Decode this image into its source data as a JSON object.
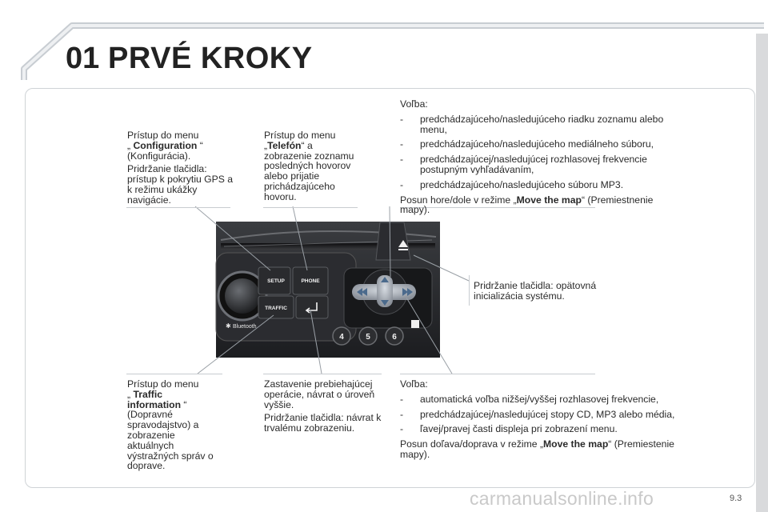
{
  "header": {
    "chapter_number": "01",
    "chapter_title": "PRVÉ KROKY"
  },
  "callouts": {
    "setup": {
      "line1": "Prístup do menu",
      "quote_open": "„",
      "menu_name": "Configuration",
      "quote_close": "“",
      "translation": "(Konfigurácia).",
      "hold_text": "Pridržanie tlačidla: prístup k pokrytiu GPS a k režimu ukážky navigácie."
    },
    "phone": {
      "line1": "Prístup do menu",
      "quote_open": "„",
      "menu_name": "Telefón",
      "rest": "“ a zobrazenie zoznamu posledných hovorov alebo prijatie prichádzajúceho hovoru."
    },
    "eject": {
      "text": "Pridržanie tlačidla: opätovná inicializácia systému."
    },
    "up_down": {
      "heading": "Voľba:",
      "items": [
        "predchádzajúceho/nasledujúceho riadku zoznamu alebo menu,",
        "predchádzajúceho/nasledujúceho mediálneho súboru,",
        "predchádzajúcej/nasledujúcej rozhlasovej frekvencie postupným vyhľadávaním,",
        "predchádzajúceho/nasledujúceho súboru MP3."
      ],
      "move_prefix": "Posun hore/dole v režime „",
      "move_bold": "Move the map",
      "move_suffix": "“ (Premiestnenie mapy)."
    },
    "traffic": {
      "line1": "Prístup do menu",
      "quote_open": "„",
      "menu_name_1": "Traffic",
      "menu_name_2": "information",
      "quote_close": "“",
      "translation": "(Dopravné spravodajstvo) a zobrazenie aktuálnych výstražných správ o doprave."
    },
    "back": {
      "text1": "Zastavenie prebiehajúcej operácie, návrat o úroveň vyššie.",
      "text2": "Pridržanie tlačidla: návrat k trvalému zobrazeniu."
    },
    "left_right": {
      "heading": "Voľba:",
      "items": [
        "automatická voľba nižšej/vyššej rozhlasovej frekvencie,",
        "predchádzajúcej/nasledujúcej stopy CD, MP3 alebo média,",
        "ľavej/pravej časti displeja pri zobrazení menu."
      ],
      "move_prefix": "Posun doľava/doprava v režime „",
      "move_bold": "Move the map",
      "move_suffix": "“ (Premiestenie mapy)."
    },
    "dash": "-"
  },
  "radio": {
    "setup_label": "SETUP",
    "phone_label": "PHONE",
    "traffic_label": "TRAFFIC",
    "bluetooth_label": "Bluetooth",
    "presets": [
      "4",
      "5",
      "6"
    ]
  },
  "footer": {
    "page_number": "9.3",
    "watermark": "carmanualsonline.info"
  }
}
